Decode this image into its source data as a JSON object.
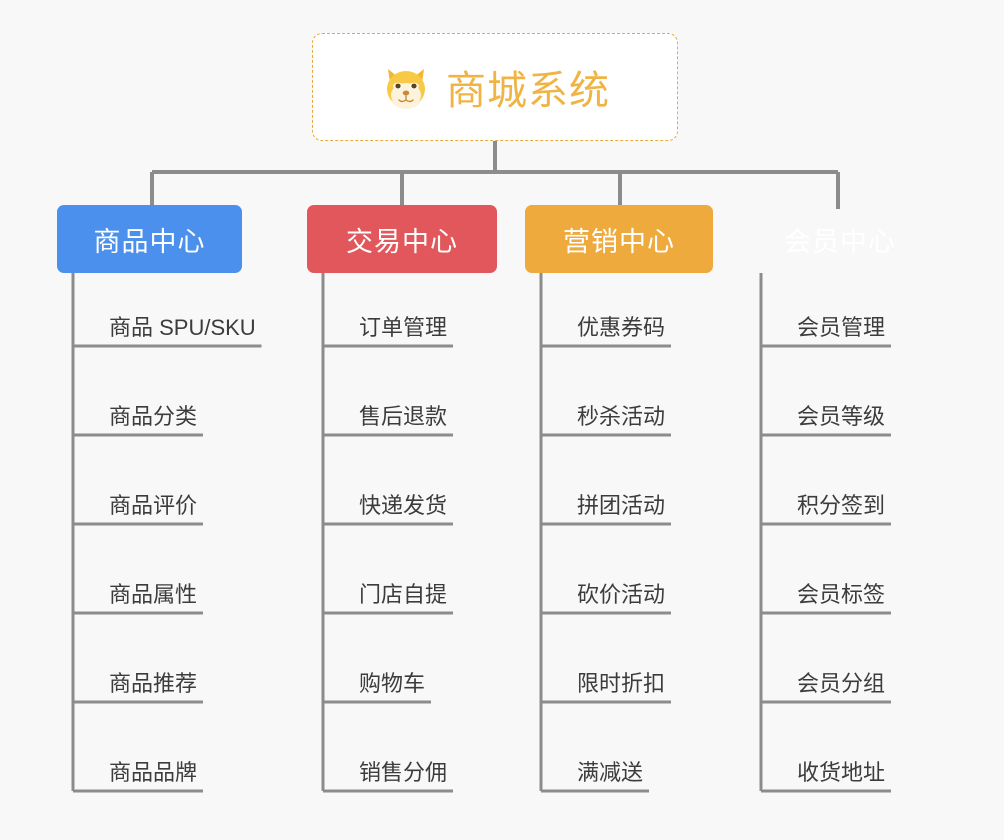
{
  "diagram": {
    "type": "org-tree",
    "background_color": "#f8f8f8",
    "root": {
      "title": "商城系统",
      "icon": "shiba-dog-emoji",
      "emoji": "🐶",
      "text_color": "#f0b445",
      "border_color": "#e8a93b",
      "background_color": "#ffffff"
    },
    "connector_color": "#8c8c8c",
    "branches": [
      {
        "id": "product-center",
        "label": "商品中心",
        "color": "#4a90ec",
        "items": [
          "商品 SPU/SKU",
          "商品分类",
          "商品评价",
          "商品属性",
          "商品推荐",
          "商品品牌"
        ]
      },
      {
        "id": "trade-center",
        "label": "交易中心",
        "color": "#e2575b",
        "items": [
          "订单管理",
          "售后退款",
          "快递发货",
          "门店自提",
          "购物车",
          "销售分佣"
        ]
      },
      {
        "id": "marketing-center",
        "label": "营销中心",
        "color": "#eeaa3c",
        "items": [
          "优惠券码",
          "秒杀活动",
          "拼团活动",
          "砍价活动",
          "限时折扣",
          "满减送"
        ]
      },
      {
        "id": "member-center",
        "label": "会员中心",
        "color": "#78c council",
        "items": [
          "会员管理",
          "会员等级",
          "积分签到",
          "会员标签",
          "会员分组",
          "收货地址"
        ]
      }
    ]
  }
}
